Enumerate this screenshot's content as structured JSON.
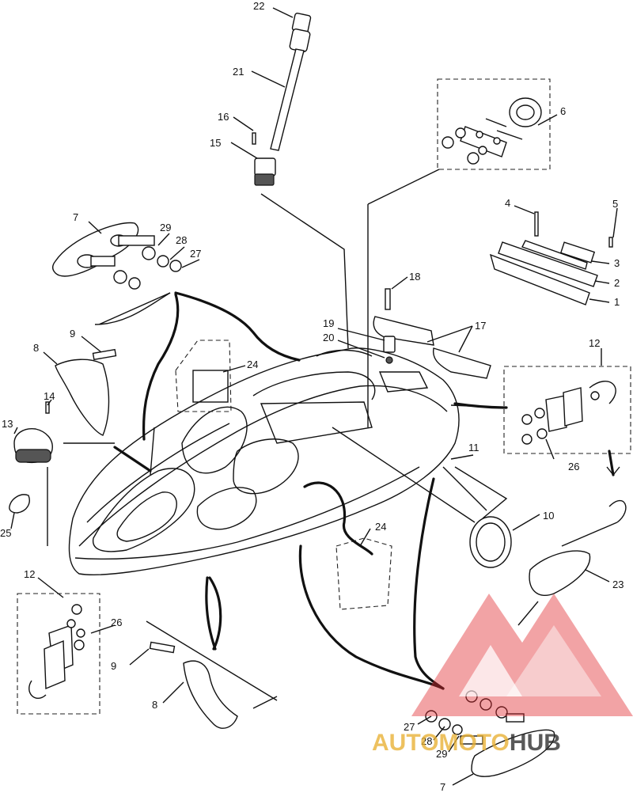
{
  "labels": [
    {
      "id": "22",
      "text": "22"
    },
    {
      "id": "21",
      "text": "21"
    },
    {
      "id": "16",
      "text": "16"
    },
    {
      "id": "15",
      "text": "15"
    },
    {
      "id": "6",
      "text": "6"
    },
    {
      "id": "7a",
      "text": "7"
    },
    {
      "id": "29a",
      "text": "29"
    },
    {
      "id": "28a",
      "text": "28"
    },
    {
      "id": "27a",
      "text": "27"
    },
    {
      "id": "4",
      "text": "4"
    },
    {
      "id": "5",
      "text": "5"
    },
    {
      "id": "3",
      "text": "3"
    },
    {
      "id": "2",
      "text": "2"
    },
    {
      "id": "1",
      "text": "1"
    },
    {
      "id": "18",
      "text": "18"
    },
    {
      "id": "9a",
      "text": "9"
    },
    {
      "id": "19",
      "text": "19"
    },
    {
      "id": "20",
      "text": "20"
    },
    {
      "id": "17",
      "text": "17"
    },
    {
      "id": "8a",
      "text": "8"
    },
    {
      "id": "24a",
      "text": "24"
    },
    {
      "id": "12a",
      "text": "12"
    },
    {
      "id": "14",
      "text": "14"
    },
    {
      "id": "13",
      "text": "13"
    },
    {
      "id": "26a",
      "text": "26"
    },
    {
      "id": "11",
      "text": "11"
    },
    {
      "id": "25",
      "text": "25"
    },
    {
      "id": "10",
      "text": "10"
    },
    {
      "id": "24b",
      "text": "24"
    },
    {
      "id": "12b",
      "text": "12"
    },
    {
      "id": "23",
      "text": "23"
    },
    {
      "id": "26b",
      "text": "26"
    },
    {
      "id": "9b",
      "text": "9"
    },
    {
      "id": "8b",
      "text": "8"
    },
    {
      "id": "27b",
      "text": "27"
    },
    {
      "id": "28b",
      "text": "28"
    },
    {
      "id": "29b",
      "text": "29"
    },
    {
      "id": "7b",
      "text": "7"
    }
  ],
  "watermark": {
    "part1": "AUTO",
    "part2": "MOTO",
    "part3": "HUB",
    "color_accent": "#e8b033",
    "color_dark": "#2b2b2b",
    "color_logo": "#e0282e"
  }
}
